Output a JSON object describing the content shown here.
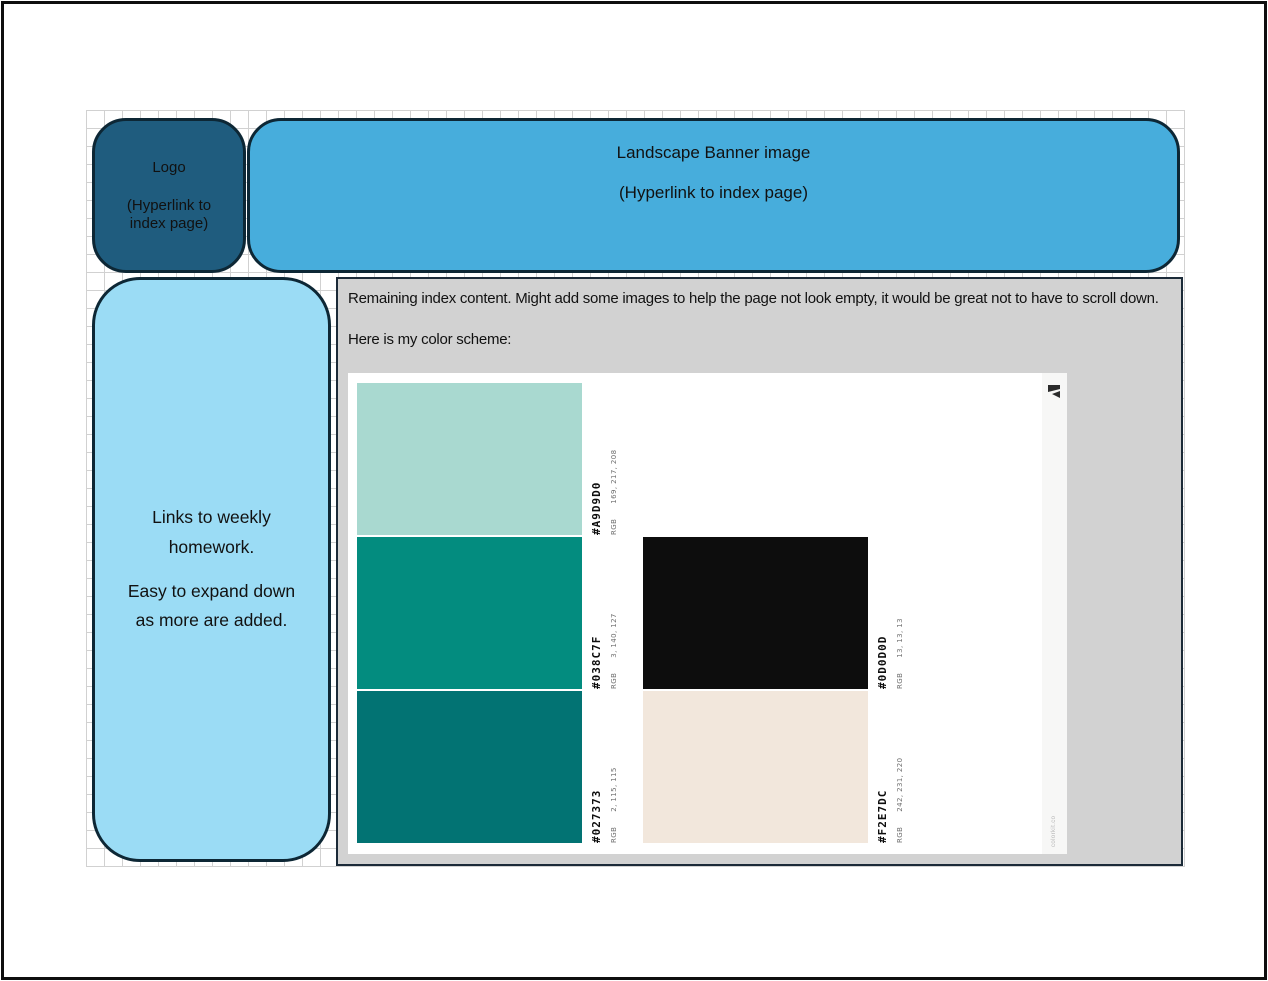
{
  "logo_box": {
    "line1": "Logo",
    "line2": "(Hyperlink to index page)",
    "fill": "#1f5c7e"
  },
  "banner": {
    "line1": "Landscape Banner image",
    "line2": "(Hyperlink to index page)",
    "fill": "#47addc"
  },
  "sidebar": {
    "line1": "Links to weekly homework.",
    "line2": "Easy to expand down as more are added.",
    "fill": "#9bdcf5"
  },
  "content": {
    "paragraph1": "Remaining index content. Might add some images to help the page not look empty, it would be great not to have to scroll down.",
    "paragraph2": "Here is my color scheme:",
    "fill": "#d2d2d2"
  },
  "palette": {
    "background": "#ffffff",
    "rgb_prefix": "RGB",
    "watermark": "colorkit.co",
    "swatches": [
      {
        "hex": "#A9D9D0",
        "rgb": "169, 217, 208"
      },
      {
        "hex": "#038C7F",
        "rgb": "3, 140, 127"
      },
      {
        "hex": "#027373",
        "rgb": "2, 115, 115"
      },
      {
        "hex": "#0D0D0D",
        "rgb": "13, 13, 13"
      },
      {
        "hex": "#F2E7DC",
        "rgb": "242, 231, 220"
      }
    ]
  }
}
